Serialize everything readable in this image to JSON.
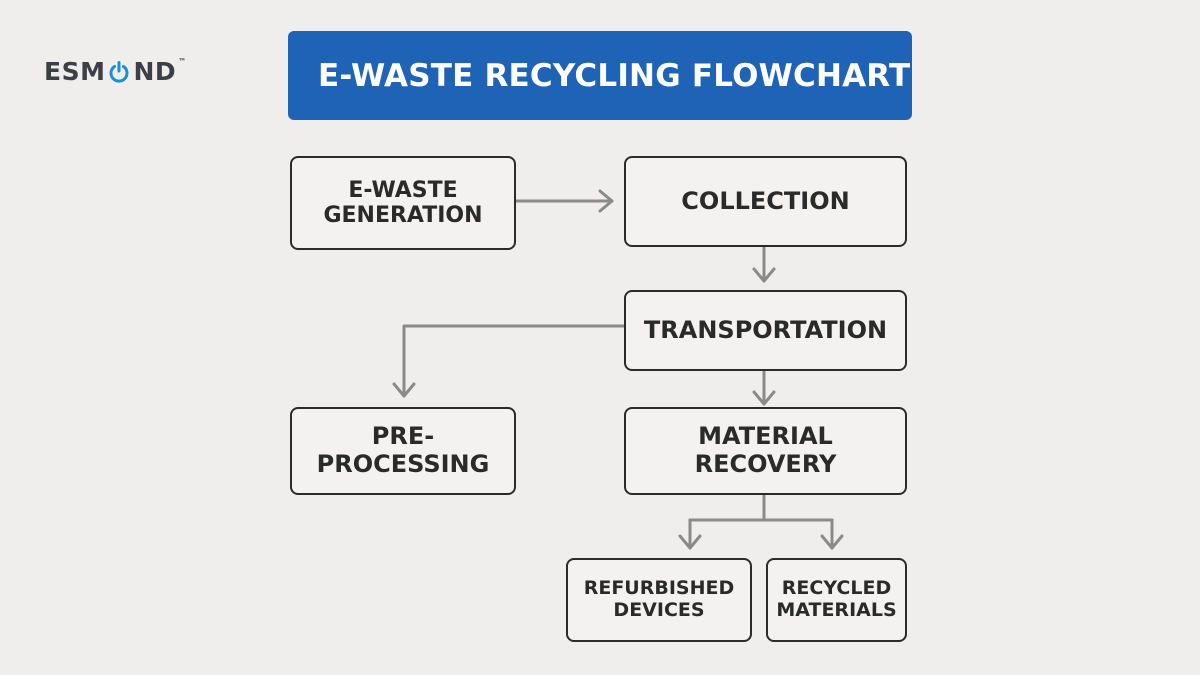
{
  "logo": {
    "prefix": "ESM",
    "suffix": "ND",
    "trademark": "™"
  },
  "title": "E-WASTE RECYCLING FLOWCHART",
  "nodes": {
    "generation": "E-WASTE\nGENERATION",
    "collection": "COLLECTION",
    "transportation": "TRANSPORTATION",
    "preprocessing": "PRE-\nPROCESSING",
    "material_recovery": "MATERIAL\nRECOVERY",
    "refurbished": "REFURBISHED\nDEVICES",
    "recycled": "RECYCLED\nMATERIALS"
  },
  "colors": {
    "title_bg": "#1e63b6",
    "logo_accent": "#1a8fd6",
    "connector": "#8a8a8a",
    "box_border": "#2b2b2b"
  }
}
